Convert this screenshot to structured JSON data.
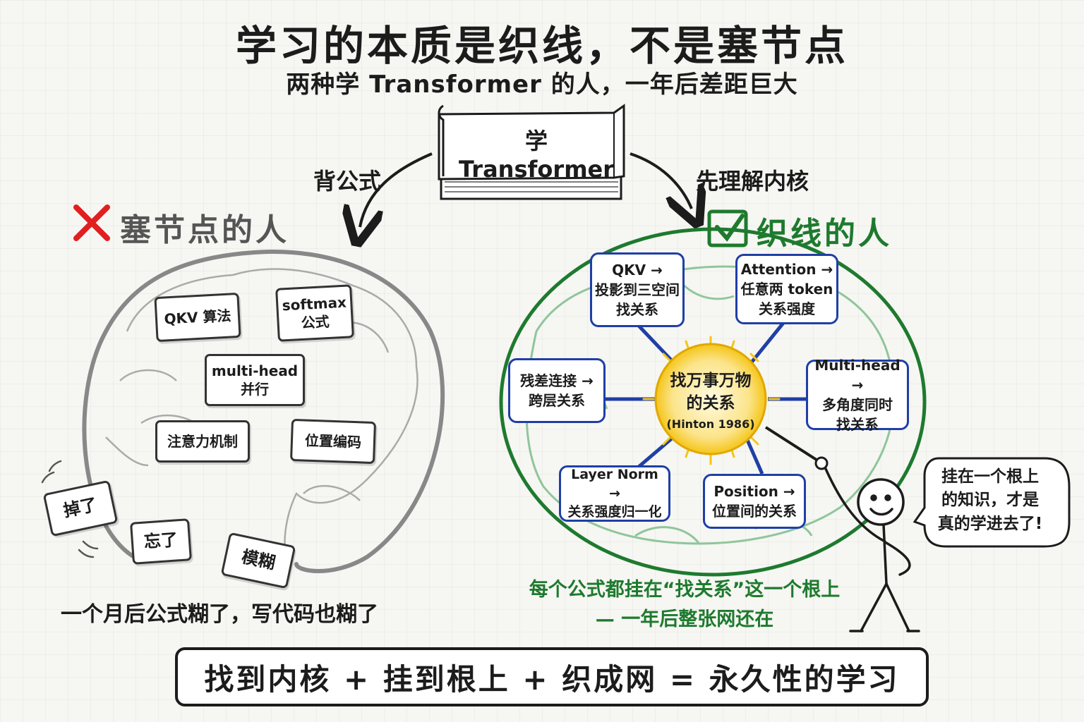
{
  "title": "学习的本质是织线，不是塞节点",
  "subtitle": "两种学 Transformer 的人，一年后差距巨大",
  "book_label": "学 Transformer",
  "branch_left": "背公式",
  "branch_right": "先理解内核",
  "left_group": {
    "title": "塞节点的人",
    "cards": [
      "QKV 算法",
      "softmax\n公式",
      "multi-head\n并行",
      "注意力机制",
      "位置编码"
    ],
    "falling_cards": [
      "掉了",
      "忘了",
      "模糊"
    ],
    "caption": "一个月后公式糊了，写代码也糊了"
  },
  "right_group": {
    "title": "织线的人",
    "center": {
      "line1": "找万事万物\n的关系",
      "line2": "(Hinton 1986)"
    },
    "nodes": [
      "QKV →\n投影到三空间\n找关系",
      "Attention →\n任意两 token\n关系强度",
      "残差连接 →\n跨层关系",
      "Multi-head →\n多角度同时\n找关系",
      "Layer Norm →\n关系强度归一化",
      "Position →\n位置间的关系"
    ],
    "caption_line1": "每个公式都挂在“找关系”这一个根上",
    "caption_line2": "— 一年后整张网还在"
  },
  "speech_bubble": "挂在一个根上\n的知识，才是\n真的学进去了!",
  "formula": "找到内核 + 挂到根上 + 织成网 = 永久性的学习",
  "colors": {
    "wrong": "#e02020",
    "right": "#1e7a2e",
    "node_border": "#1f3fa6",
    "sun": "#f5c518"
  }
}
